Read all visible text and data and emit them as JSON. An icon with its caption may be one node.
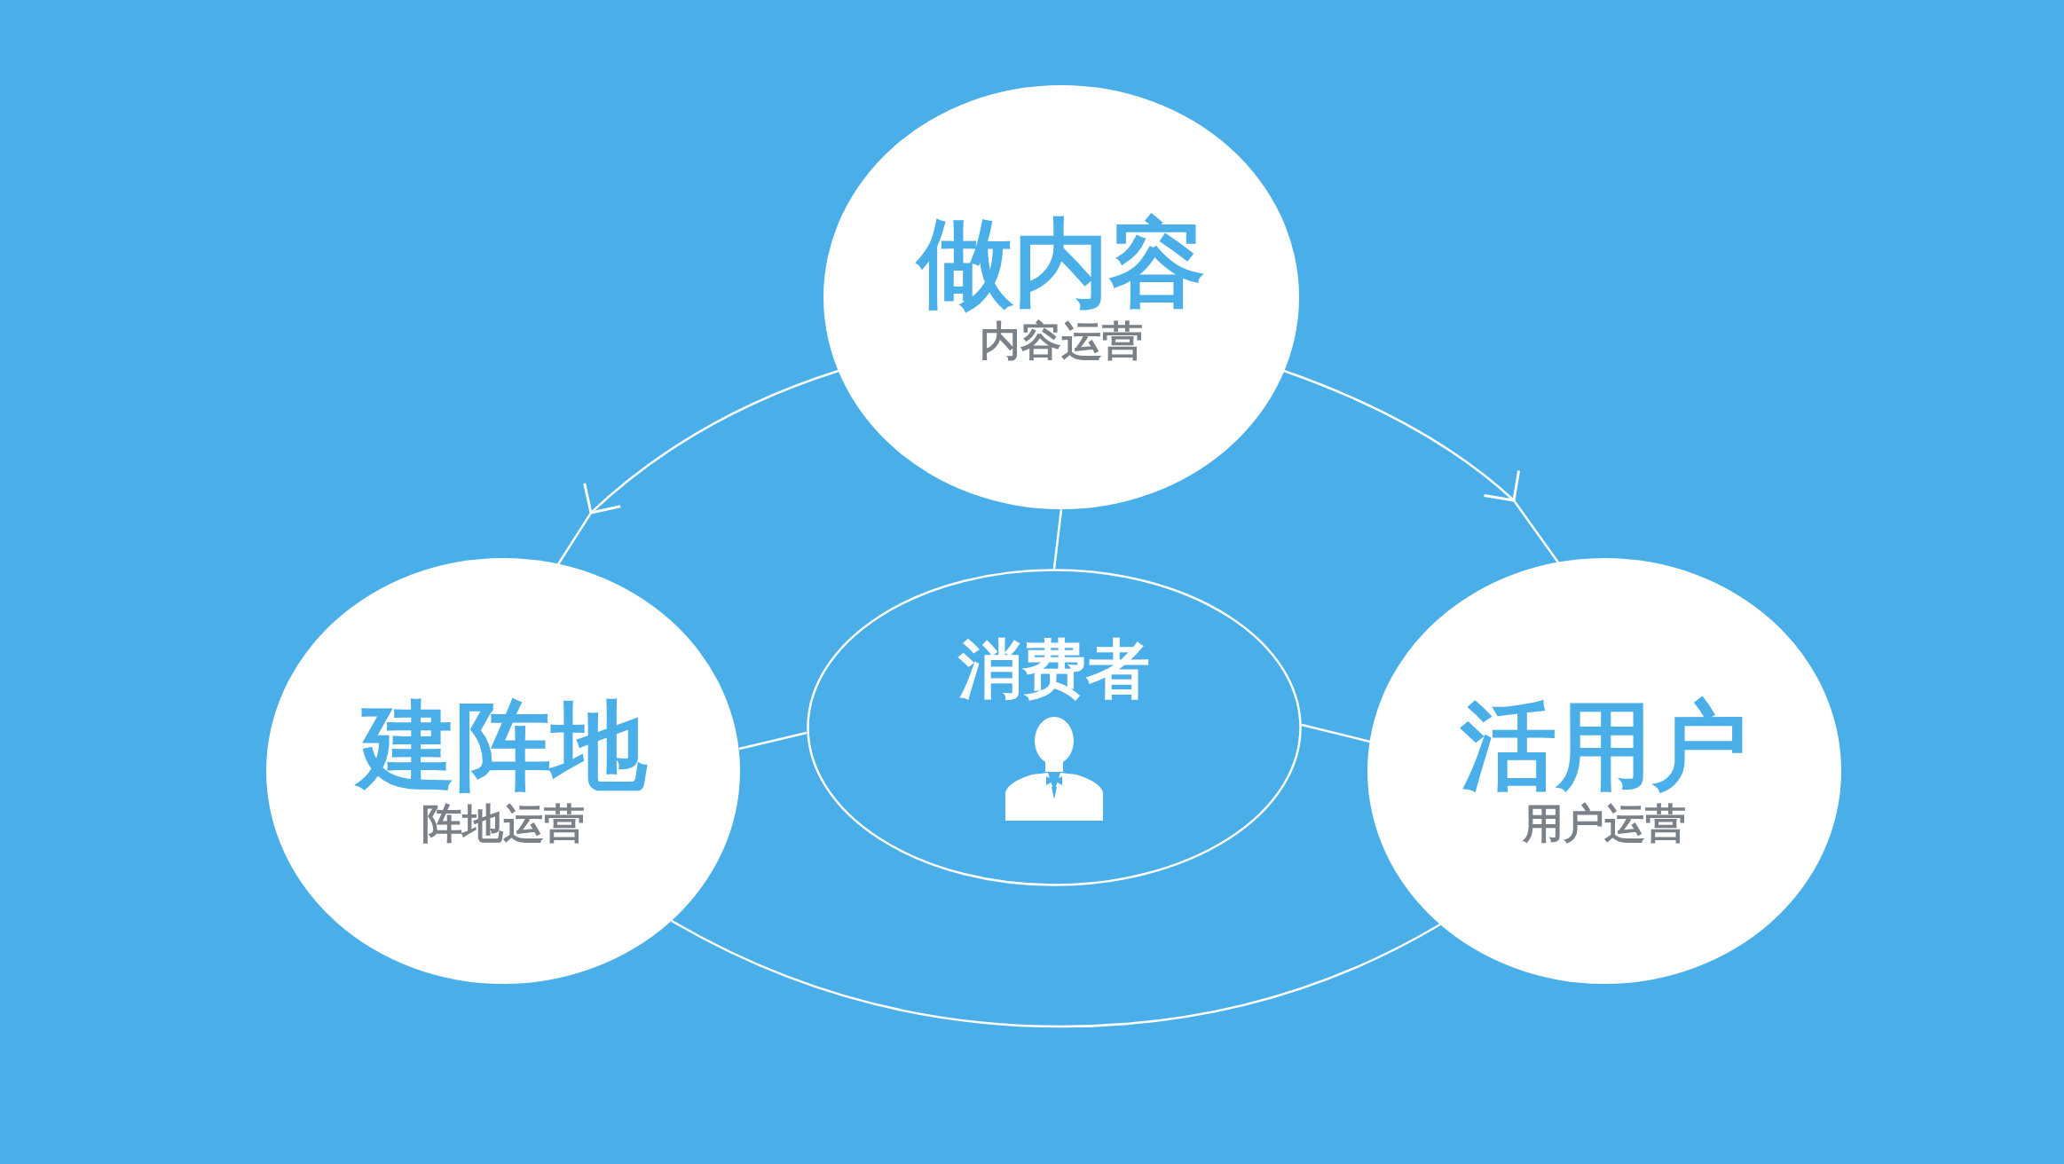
{
  "diagram": {
    "nodes": [
      {
        "text": [
          "做内容",
          "内容运营"
        ]
      },
      {
        "text": [
          "建阵地",
          "阵地运营"
        ]
      },
      {
        "text": [
          "消费者"
        ]
      },
      {
        "text": [
          "活用户",
          "用户运营"
        ]
      }
    ],
    "edges": [
      {
        "from": 0,
        "to": 1,
        "arrow": "to"
      },
      {
        "from": 0,
        "to": 3,
        "arrow": "to"
      },
      {
        "from": 1,
        "to": 3,
        "arrow": "none"
      },
      {
        "from": 0,
        "to": 2,
        "arrow": "none"
      },
      {
        "from": 1,
        "to": 2,
        "arrow": "none"
      },
      {
        "from": 3,
        "to": 2,
        "arrow": "none"
      }
    ]
  }
}
